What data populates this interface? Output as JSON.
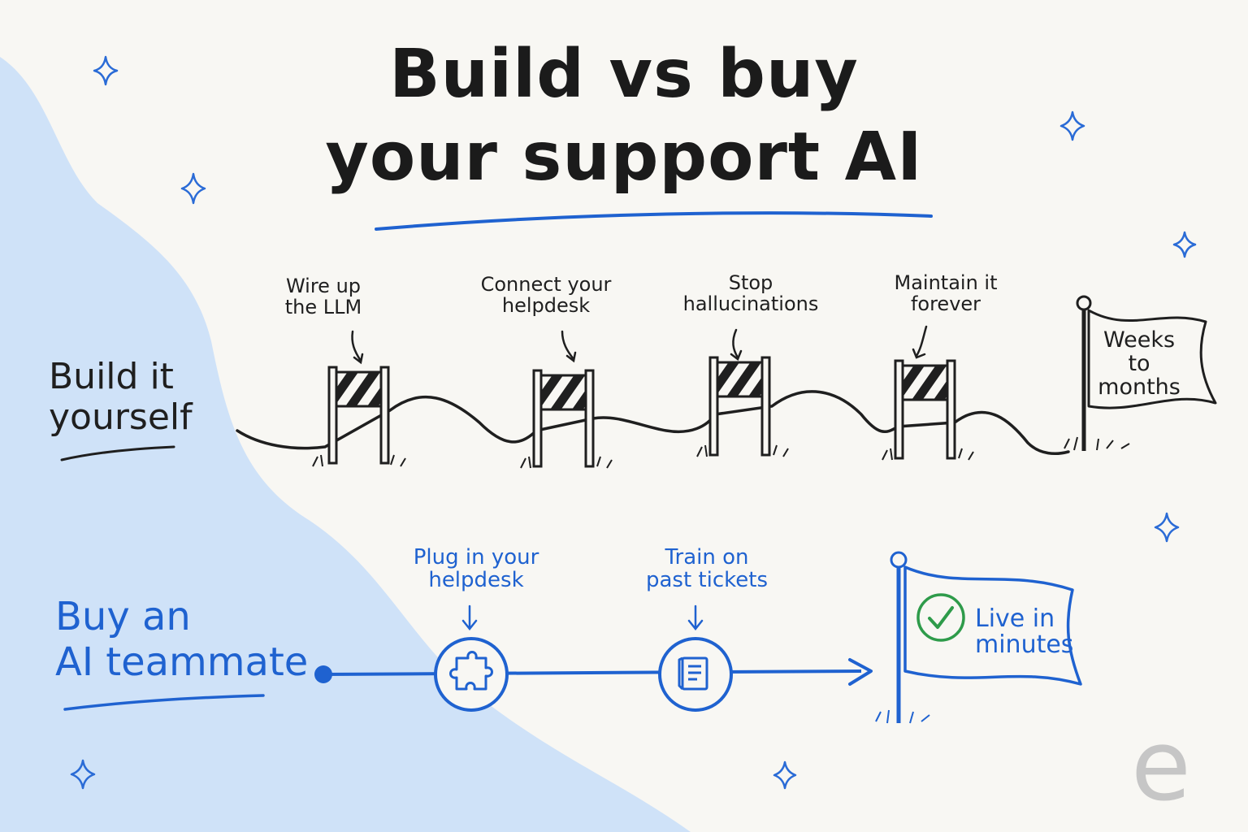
{
  "title": {
    "line1": "Build vs buy",
    "line2": "your support AI"
  },
  "build": {
    "label_line1": "Build it",
    "label_line2": "yourself",
    "steps": [
      {
        "label": "Wire up\nthe LLM"
      },
      {
        "label": "Connect your\nhelpdesk"
      },
      {
        "label": "Stop\nhallucinations"
      },
      {
        "label": "Maintain it\nforever"
      }
    ],
    "flag": "Weeks\nto\nmonths"
  },
  "buy": {
    "label_line1": "Buy an",
    "label_line2": "AI teammate",
    "steps": [
      {
        "label": "Plug in your\nhelpdesk",
        "icon": "puzzle-icon"
      },
      {
        "label": "Train on\npast tickets",
        "icon": "book-icon"
      }
    ],
    "flag": "Live in\nminutes",
    "flag_icon": "check-circle-icon"
  },
  "colors": {
    "accent_blue": "#1f62d0",
    "ink": "#1f1f1f",
    "blob": "#cfe2f8",
    "check_green": "#2e9b4a",
    "background": "#f8f7f3"
  }
}
